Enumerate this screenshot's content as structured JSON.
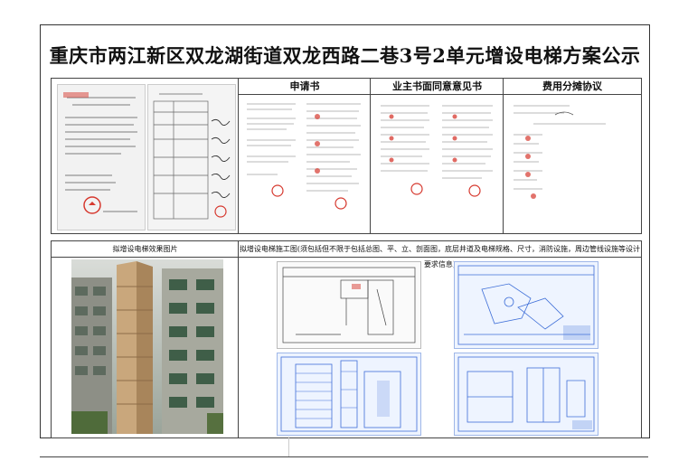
{
  "title": "重庆市两江新区双龙湖街道双龙西路二巷3号2单元增设电梯方案公示",
  "sections": {
    "application": "申请书",
    "owner_consent": "业主书面同意意见书",
    "cost_sharing": "费用分摊协议",
    "photo_caption": "拟增设电梯效果图片",
    "drawing_caption": "拟增设电梯施工图(须包括但不限于包括总图、平、立、剖面图，底层井道及电梯规格、尺寸，消防设施，周边管线设施等设计要求信息)"
  },
  "colors": {
    "stamp": "#d6392f",
    "blueprint": "#3f6fd8",
    "border": "#444444"
  }
}
